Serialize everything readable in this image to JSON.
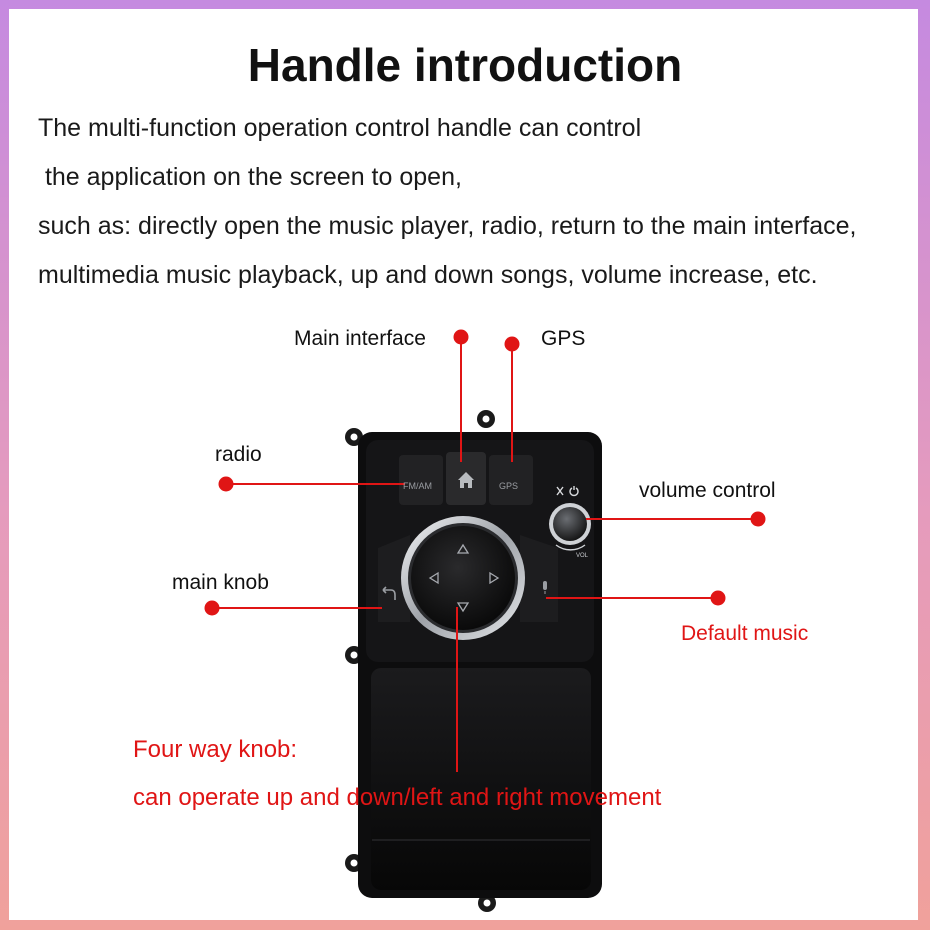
{
  "title": "Handle introduction",
  "intro_lines": [
    "The multi-function operation control handle can control",
    " the application on the screen to open,",
    "such as: directly open the music player, radio, return to the main interface,",
    "multimedia music playback, up and down songs, volume increase, etc."
  ],
  "callouts": {
    "main_interface": "Main interface",
    "gps": "GPS",
    "radio": "radio",
    "volume_control": "volume control",
    "main_knob": "main knob",
    "default_music": "Default music"
  },
  "knob_note": {
    "line1": "Four way knob:",
    "line2": "can operate up and down/left and right movement"
  },
  "device": {
    "button_fmam": "FM/AM",
    "button_gps": "GPS",
    "vol_label": "VOL",
    "home_icon": "home-icon",
    "mute_power_icon": "mute-power-icon",
    "back_icon": "back-arrow-icon",
    "mic_icon": "mic-icon"
  },
  "colors": {
    "accent_red": "#e01515",
    "device_body": "#111111",
    "knob_ring": "#c9ccd1"
  }
}
